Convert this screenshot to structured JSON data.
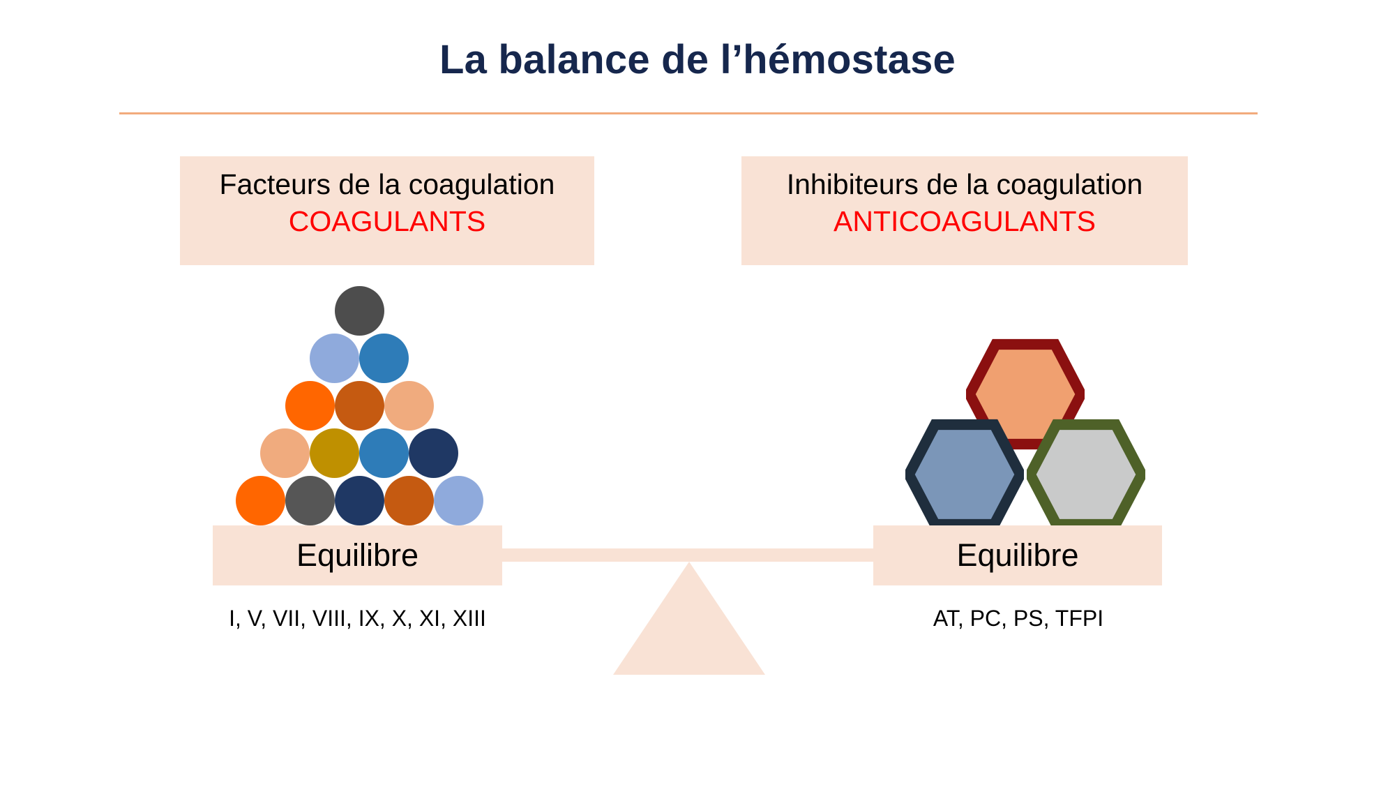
{
  "slide": {
    "title": "La balance de l’hémostase",
    "background_color": "#ffffff",
    "title_color": "#16274d",
    "rule_color": "#f2ab7c",
    "accent_fill": "#f9e2d5",
    "highlight_color": "#ff0000"
  },
  "left_panel": {
    "caption_line1": "Facteurs de la coagulation",
    "caption_line2": "COAGULANTS",
    "pan_label": "Equilibre",
    "footnote": "I, V, VII, VIII, IX, X, XI, XIII",
    "shape_type": "circle",
    "pyramid_rows": [
      {
        "colors": [
          "#4d4d4d"
        ]
      },
      {
        "colors": [
          "#8faadc",
          "#2e7cb8"
        ]
      },
      {
        "colors": [
          "#ff6600",
          "#c55a11",
          "#f0ab7e"
        ]
      },
      {
        "colors": [
          "#f0ab7e",
          "#bf9000",
          "#2e7cb8",
          "#1f3864"
        ]
      },
      {
        "colors": [
          "#ff6600",
          "#565656",
          "#1f3864",
          "#c55a11",
          "#8faadc"
        ]
      }
    ]
  },
  "right_panel": {
    "caption_line1": "Inhibiteurs de la coagulation",
    "caption_line2": "ANTICOAGULANTS",
    "pan_label": "Equilibre",
    "footnote": "AT, PC, PS, TFPI",
    "shape_type": "hexagon",
    "hexagons": [
      {
        "position": "top",
        "fill": "#f0a070",
        "stroke": "#8b1010"
      },
      {
        "position": "bottom-left",
        "fill": "#7b96b8",
        "stroke": "#1f2e3d"
      },
      {
        "position": "bottom-right",
        "fill": "#c9caca",
        "stroke": "#4e6128"
      }
    ]
  },
  "balance": {
    "beam_color": "#f9e2d5",
    "fulcrum_color": "#f9e2d5"
  }
}
